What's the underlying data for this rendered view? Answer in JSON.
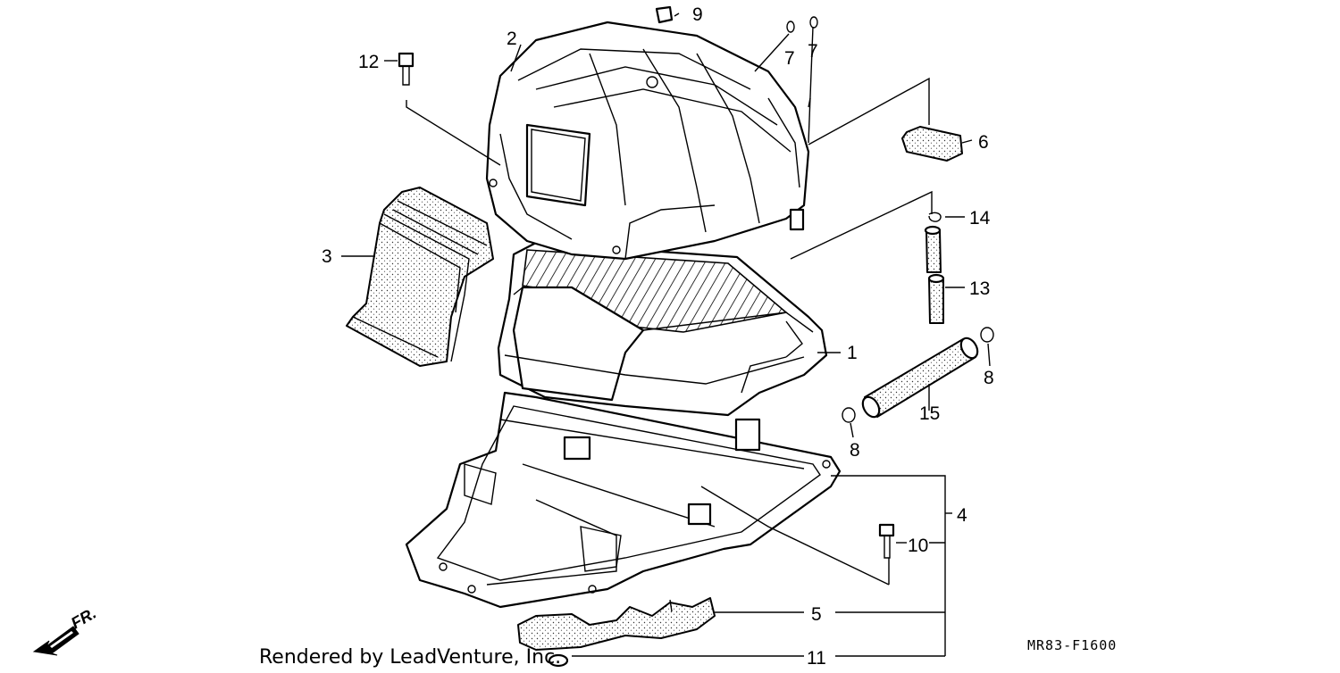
{
  "diagram": {
    "callouts": {
      "p1": "1",
      "p2": "2",
      "p3": "3",
      "p4": "4",
      "p5": "5",
      "p6": "6",
      "p7a": "7",
      "p7b": "7",
      "p8a": "8",
      "p8b": "8",
      "p9": "9",
      "p10": "10",
      "p11": "11",
      "p12": "12",
      "p13": "13",
      "p14": "14",
      "p15": "15"
    },
    "front_marker": "FR.",
    "credit": "Rendered by LeadVenture, Inc.",
    "diagram_code": "MR83-F1600"
  }
}
